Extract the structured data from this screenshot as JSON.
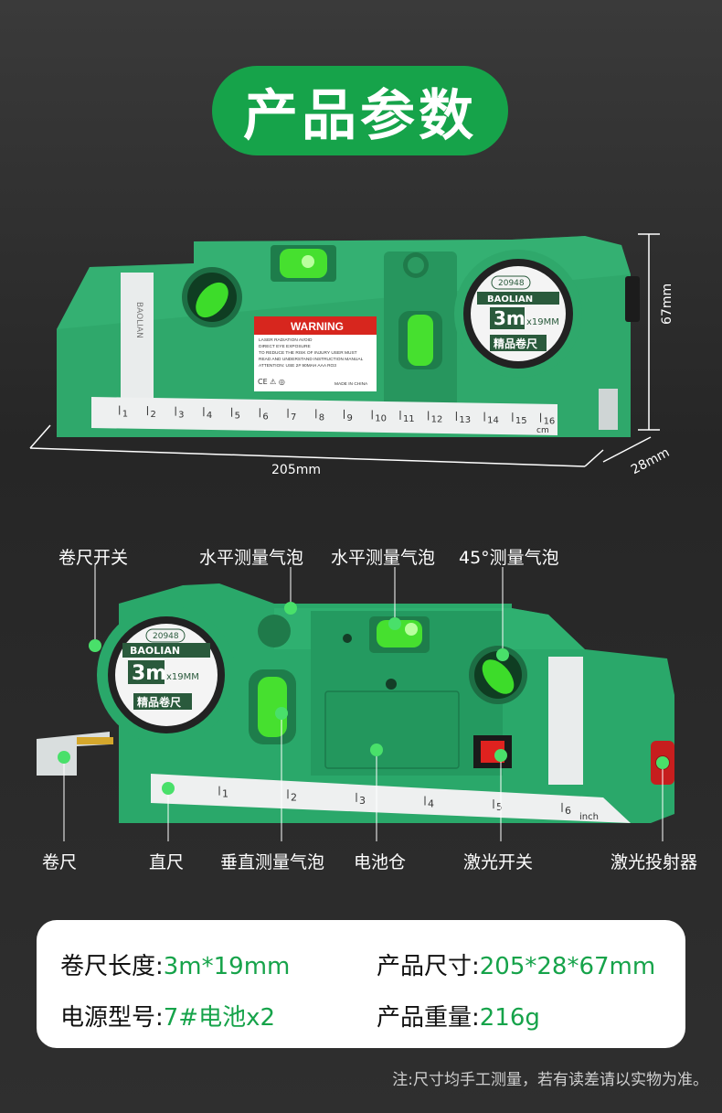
{
  "title": "产品参数",
  "dimensions": {
    "length": "205mm",
    "width": "28mm",
    "height": "67mm"
  },
  "top_device": {
    "warning_title": "WARNING",
    "warning_lines": [
      "LASER RADIATION AVOID",
      "DIRECT EYE EXPOSURE",
      "TO REDUCE THE RISK OF INJURY USER MUST",
      "READ AND UNDERSTAND INSTRUCTION MANUAL",
      "ATTENTION: USE 2# 90MAH AAA RO3"
    ],
    "made_in": "MADE IN CHINA",
    "brand": "BAOLIAN",
    "model": "20948",
    "tape": "3m",
    "tape_size": "x19MM",
    "tape_cn": "精品卷尺",
    "ruler_unit": "cm",
    "ruler_ticks": [
      "1",
      "2",
      "3",
      "4",
      "5",
      "6",
      "7",
      "8",
      "9",
      "10",
      "11",
      "12",
      "13",
      "14",
      "15",
      "16"
    ]
  },
  "bottom_device": {
    "brand": "BAOLIAN",
    "model": "20948",
    "tape": "3m",
    "tape_size": "x19MM",
    "tape_cn": "精品卷尺",
    "ruler_unit": "inch",
    "ruler_ticks": [
      "1",
      "2",
      "3",
      "4",
      "5",
      "6"
    ]
  },
  "callouts": {
    "tape_switch": "卷尺开关",
    "horizontal_bubble_1": "水平测量气泡",
    "horizontal_bubble_2": "水平测量气泡",
    "bubble_45": "45°测量气泡",
    "tape": "卷尺",
    "ruler": "直尺",
    "vertical_bubble": "垂直测量气泡",
    "battery": "电池仓",
    "laser_switch": "激光开关",
    "laser_emitter": "激光投射器"
  },
  "specs": {
    "tape_length_label": "卷尺长度:",
    "tape_length_value": "3m*19mm",
    "size_label": "产品尺寸:",
    "size_value": "205*28*67mm",
    "power_label": "电源型号:",
    "power_value": "7#电池x2",
    "weight_label": "产品重量:",
    "weight_value": "216g"
  },
  "note": "注:尺寸均手工测量，若有读差请以实物为准。",
  "colors": {
    "accent": "#16a34a",
    "device_green": "#2aa86a",
    "bubble": "#3ddc2a",
    "warning_red": "#d7261e"
  }
}
